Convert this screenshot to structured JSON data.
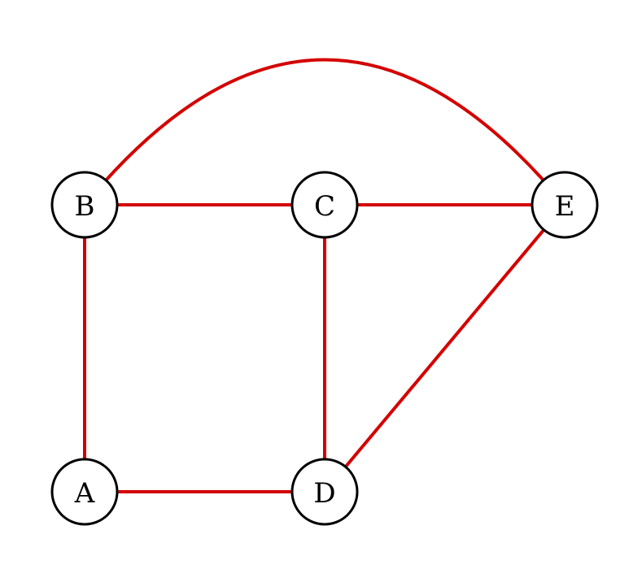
{
  "colors": {
    "edge": "#d40000",
    "node_stroke": "#000000",
    "node_fill": "#ffffff",
    "label": "#000000"
  },
  "nodes": [
    {
      "id": "A",
      "label": "A"
    },
    {
      "id": "B",
      "label": "B"
    },
    {
      "id": "C",
      "label": "C"
    },
    {
      "id": "D",
      "label": "D"
    },
    {
      "id": "E",
      "label": "E"
    }
  ],
  "edges": [
    {
      "from": "A",
      "to": "B"
    },
    {
      "from": "A",
      "to": "D"
    },
    {
      "from": "B",
      "to": "C"
    },
    {
      "from": "C",
      "to": "D"
    },
    {
      "from": "C",
      "to": "E"
    },
    {
      "from": "D",
      "to": "E"
    },
    {
      "from": "B",
      "to": "E",
      "curved": true
    }
  ]
}
